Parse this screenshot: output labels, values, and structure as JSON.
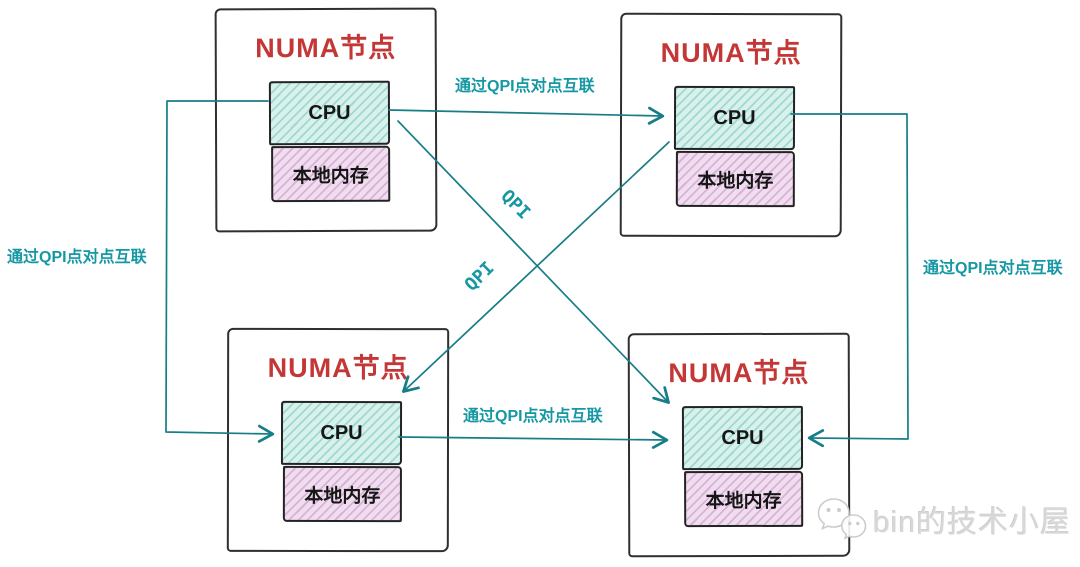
{
  "diagram": {
    "nodes": [
      {
        "title": "NUMA节点",
        "cpu": "CPU",
        "memory": "本地内存"
      },
      {
        "title": "NUMA节点",
        "cpu": "CPU",
        "memory": "本地内存"
      },
      {
        "title": "NUMA节点",
        "cpu": "CPU",
        "memory": "本地内存"
      },
      {
        "title": "NUMA节点",
        "cpu": "CPU",
        "memory": "本地内存"
      }
    ],
    "edge_labels": {
      "top": "通过QPI点对点互联",
      "left": "通过QPI点对点互联",
      "right": "通过QPI点对点互联",
      "bottom": "通过QPI点对点互联",
      "diagonal_a": "QPI",
      "diagonal_b": "QPI"
    },
    "colors": {
      "line_teal": "#177d87",
      "label_teal": "#1598a3",
      "title_red": "#c43737",
      "cpu_fill": "#d8f1ec",
      "cpu_hatch": "#9fd9cf",
      "memory_fill": "#f0ddef",
      "memory_hatch": "#d9b3d6"
    },
    "watermark": {
      "icon": "wechat-bubbles-icon",
      "text": "bin的技术小屋"
    }
  }
}
